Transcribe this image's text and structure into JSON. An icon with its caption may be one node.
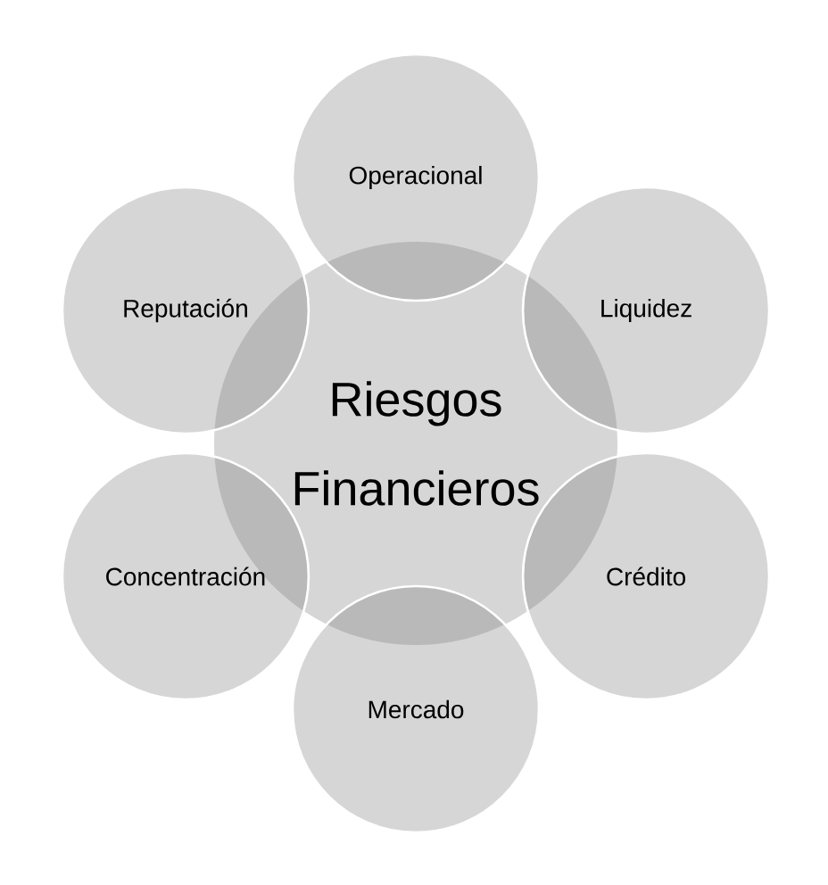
{
  "diagram": {
    "nodes": [
      {
        "text": [
          "Riesgos Financieros"
        ]
      },
      {
        "text": [
          "Operacional"
        ]
      },
      {
        "text": [
          "Reputación"
        ]
      },
      {
        "text": [
          "Liquidez"
        ]
      },
      {
        "text": [
          "Concentración"
        ]
      },
      {
        "text": [
          "Crédito"
        ]
      },
      {
        "text": [
          "Mercado"
        ]
      }
    ]
  }
}
